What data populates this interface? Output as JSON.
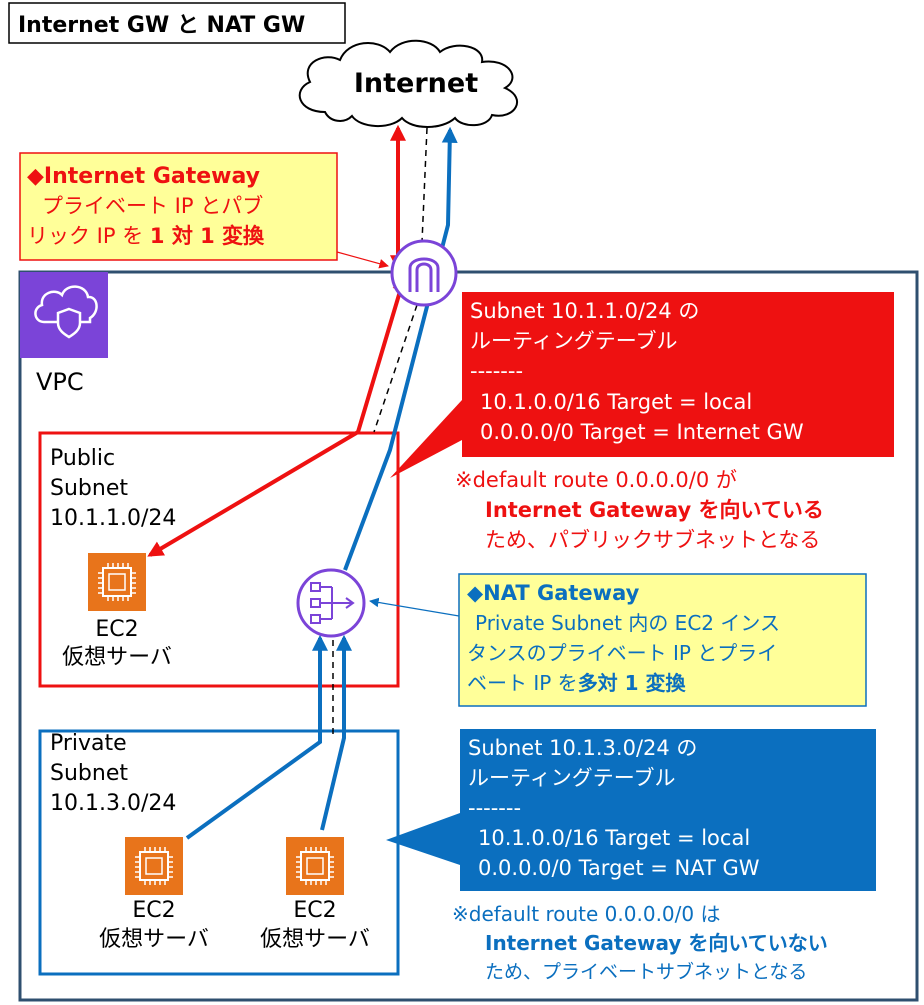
{
  "title": "Internet GW と NAT GW",
  "internet_label": "Internet",
  "vpc_label": "VPC",
  "igw_callout": {
    "heading": "◆Internet Gateway",
    "line1": "プライベート IP とパブ",
    "line2_pre": "リック IP を ",
    "line2_emph": "1 対 1 変換"
  },
  "public_subnet": {
    "line1": "Public",
    "line2": "Subnet",
    "line3": "10.1.1.0/24",
    "ec2_label": "EC2",
    "ec2_sub": "仮想サーバ"
  },
  "public_route_table": {
    "line1": "Subnet 10.1.1.0/24 の",
    "line2": "ルーティングテーブル",
    "line3": "-------",
    "line4": "10.1.0.0/16  Target = local",
    "line5": "0.0.0.0/0  Target = Internet GW"
  },
  "public_note": {
    "line1": "※default route 0.0.0.0/0 が",
    "line2": "Internet Gateway を向いている",
    "line3": "ため、パブリックサブネットとなる"
  },
  "nat_callout": {
    "heading": "◆NAT Gateway",
    "line1": "Private Subnet 内の EC2 インス",
    "line2": "タンスのプライベート IP とプライ",
    "line3_pre": "ベート IP を",
    "line3_emph": "多対 1 変換"
  },
  "private_subnet": {
    "line1": "Private",
    "line2": "Subnet",
    "line3": "10.1.3.0/24",
    "ec2a_label": "EC2",
    "ec2a_sub": "仮想サーバ",
    "ec2b_label": "EC2",
    "ec2b_sub": "仮想サーバ"
  },
  "private_route_table": {
    "line1": "Subnet 10.1.3.0/24 の",
    "line2": "ルーティングテーブル",
    "line3": "-------",
    "line4": "10.1.0.0/16  Target = local",
    "line5": "0.0.0.0/0  Target = NAT GW"
  },
  "private_note": {
    "line1": "※default route 0.0.0.0/0 は",
    "line2": "Internet Gateway を向いていない",
    "line3": "ため、プライベートサブネットとなる"
  },
  "colors": {
    "red": "#ee1111",
    "blue": "#0b6fbf",
    "vpc_border": "#2f4f6f",
    "purple": "#7b44d8",
    "ec2_orange": "#e8741b",
    "callout_fill": "#ffff99"
  }
}
